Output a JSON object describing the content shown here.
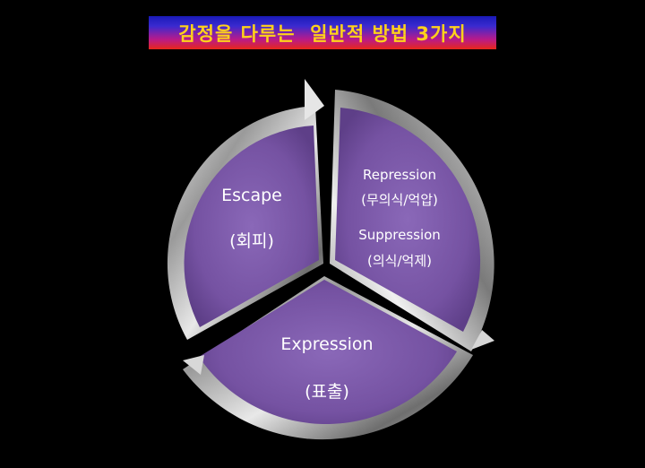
{
  "title": "감정을 다루는  일반적 방법 3가지",
  "segments": {
    "escape": {
      "label": "Escape",
      "sublabel": "(회피)"
    },
    "repression": {
      "label": "Repression",
      "sublabel": "(무의식/억압)",
      "label2": "Suppression",
      "sublabel2": "(의식/억제)"
    },
    "expression": {
      "label": "Expression",
      "sublabel": "(표출)"
    }
  },
  "colors": {
    "background": "#000000",
    "segment_fill": "#7b5aa6",
    "title_text": "#ffd21a"
  }
}
